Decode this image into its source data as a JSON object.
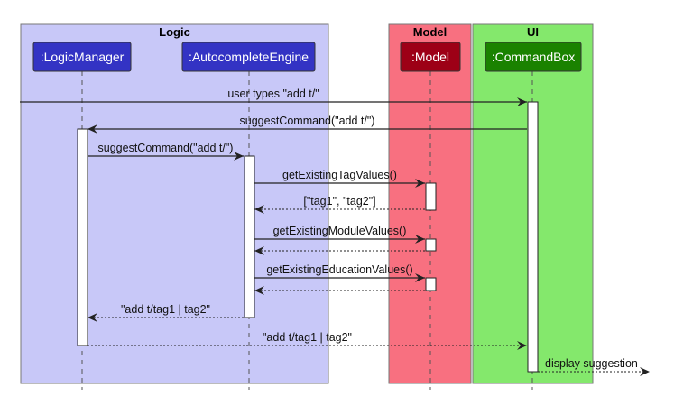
{
  "groups": [
    {
      "id": "logic",
      "label": "Logic",
      "fill": "#c8c8f8"
    },
    {
      "id": "model",
      "label": "Model",
      "fill": "#f87080"
    },
    {
      "id": "ui",
      "label": "UI",
      "fill": "#84e86c"
    }
  ],
  "participants": [
    {
      "id": "lm",
      "label": ":LogicManager",
      "fill": "#3333c4"
    },
    {
      "id": "ae",
      "label": ":AutocompleteEngine",
      "fill": "#3333c4"
    },
    {
      "id": "model",
      "label": ":Model",
      "fill": "#9d0016"
    },
    {
      "id": "cb",
      "label": ":CommandBox",
      "fill": "#1a8200"
    }
  ],
  "messages": [
    {
      "from": "external",
      "to": "cb",
      "label": "user types \"add t/\"",
      "style": "solid"
    },
    {
      "from": "cb",
      "to": "lm",
      "label": "suggestCommand(\"add t/\")",
      "style": "solid"
    },
    {
      "from": "lm",
      "to": "ae",
      "label": "suggestCommand(\"add t/\")",
      "style": "solid"
    },
    {
      "from": "ae",
      "to": "model",
      "label": "getExistingTagValues()",
      "style": "solid"
    },
    {
      "from": "model",
      "to": "ae",
      "label": "[\"tag1\", \"tag2\"]",
      "style": "dashed"
    },
    {
      "from": "ae",
      "to": "model",
      "label": "getExistingModuleValues()",
      "style": "solid"
    },
    {
      "from": "model",
      "to": "ae",
      "label": "",
      "style": "dashed"
    },
    {
      "from": "ae",
      "to": "model",
      "label": "getExistingEducationValues()",
      "style": "solid"
    },
    {
      "from": "model",
      "to": "ae",
      "label": "",
      "style": "dashed"
    },
    {
      "from": "ae",
      "to": "lm",
      "label": "\"add t/tag1 | tag2\"",
      "style": "dashed"
    },
    {
      "from": "lm",
      "to": "cb",
      "label": "\"add t/tag1 | tag2\"",
      "style": "dashed"
    },
    {
      "from": "cb",
      "to": "external",
      "label": "display suggestion",
      "style": "dashed"
    }
  ]
}
